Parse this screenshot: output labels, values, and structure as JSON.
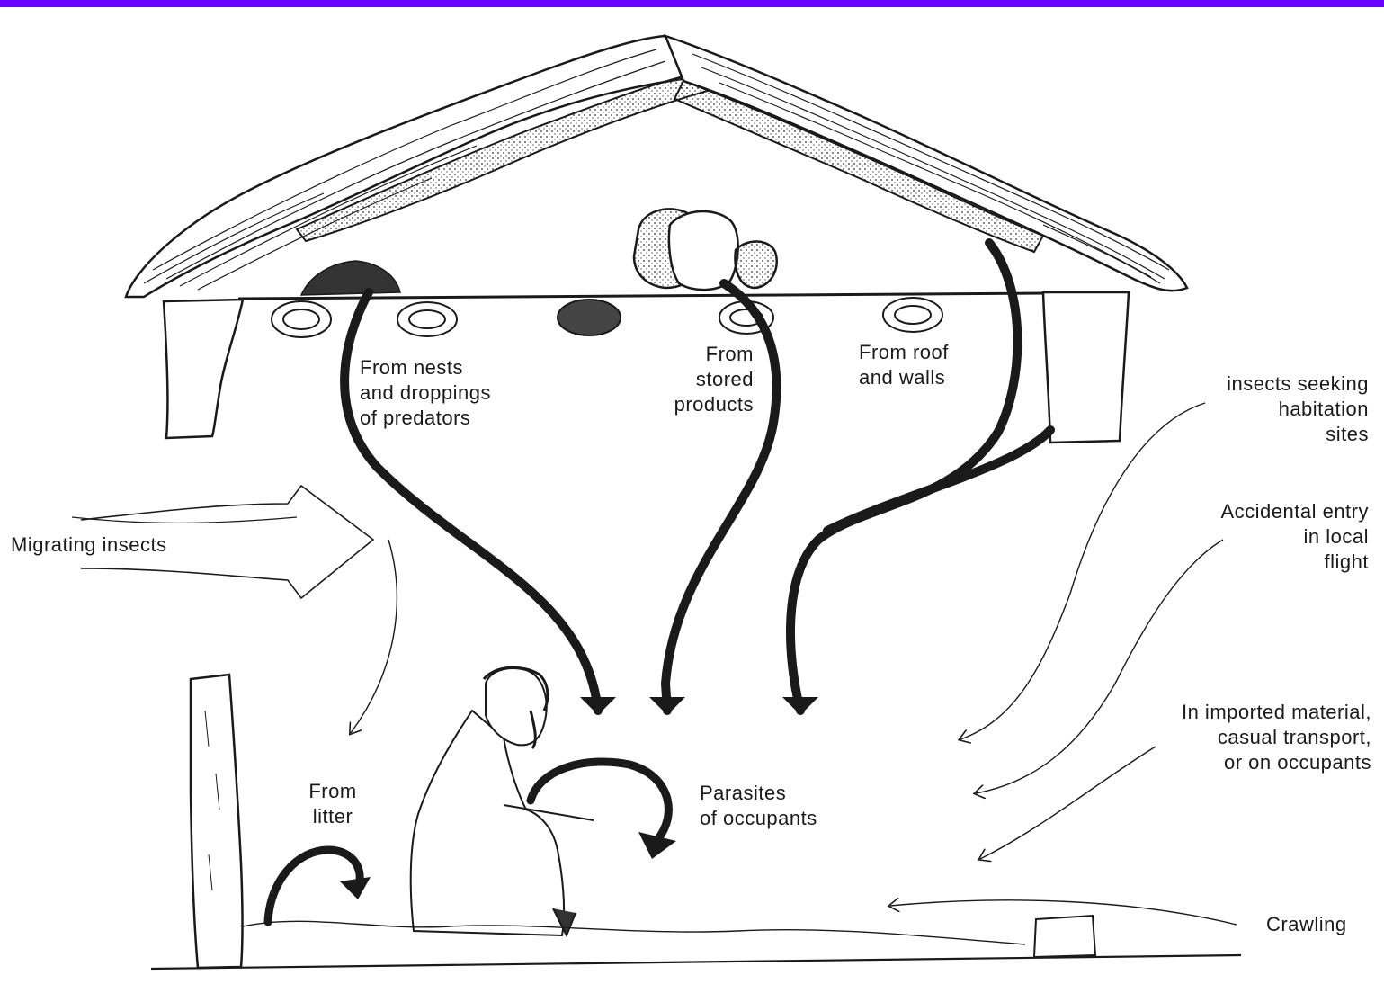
{
  "colors": {
    "top_bar": "#6a00ff",
    "ink": "#1a1a1a"
  },
  "labels": {
    "migrating": "Migrating insects",
    "nests": [
      "From nests",
      "and droppings",
      "of predators"
    ],
    "stored": [
      "From",
      "stored",
      "products"
    ],
    "roof": [
      "From roof",
      "and walls"
    ],
    "habitation": [
      "insects seeking",
      "habitation",
      "sites"
    ],
    "accidental": [
      "Accidental entry",
      "in local",
      "flight"
    ],
    "imported": [
      "In imported material,",
      "casual transport,",
      "or on occupants"
    ],
    "crawling": "Crawling",
    "litter": [
      "From",
      "litter"
    ],
    "parasites": [
      "Parasites",
      "of occupants"
    ]
  }
}
